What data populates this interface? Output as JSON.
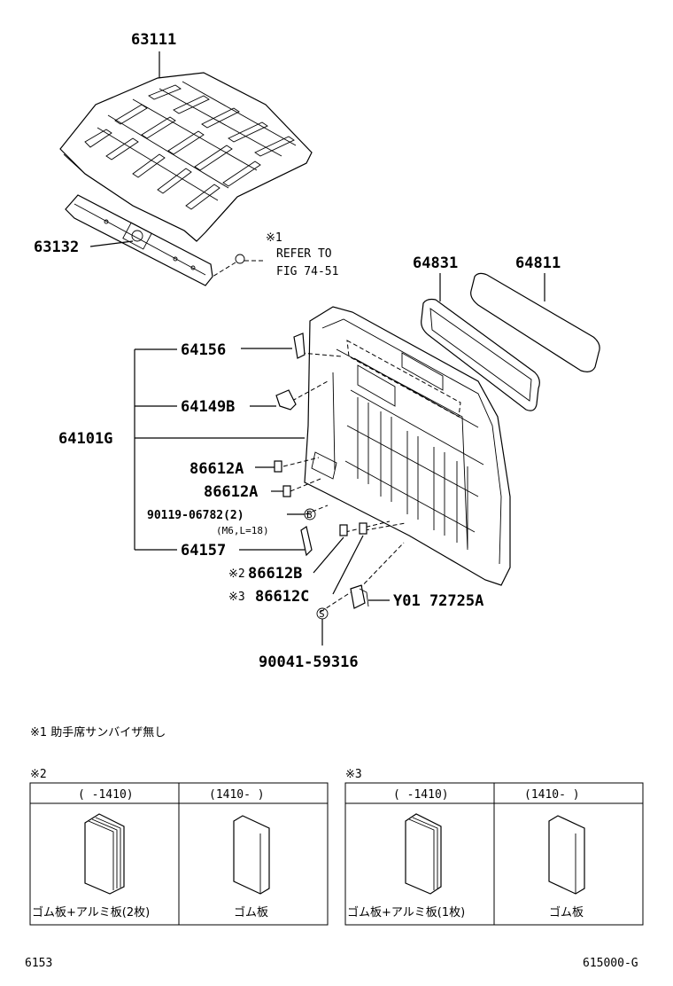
{
  "parts": {
    "p63111": "63111",
    "p63132": "63132",
    "ref_mark": "※1",
    "ref_line1": "REFER TO",
    "ref_line2": "FIG 74-51",
    "p64831": "64831",
    "p64811": "64811",
    "p64156": "64156",
    "p64149B": "64149B",
    "p64101G": "64101G",
    "p86612A_1": "86612A",
    "p86612A_2": "86612A",
    "p90119": "90119-06782(2)",
    "p90119_spec": "(M6,L=18)",
    "p64157": "64157",
    "mark2": "※2",
    "p86612B": "86612B",
    "mark3": "※3",
    "p86612C": "86612C",
    "pY01": "Y01 72725A",
    "p90041": "90041-59316",
    "bolt_mark_b": "B",
    "bolt_mark_s": "S"
  },
  "note1": "※1 助手席サンバイザ無し",
  "table2": {
    "mark": "※2",
    "col1_header": "(     -1410)",
    "col2_header": "(1410-     )",
    "col1_caption": "ゴム板+アルミ板(2枚)",
    "col2_caption": "ゴム板"
  },
  "table3": {
    "mark": "※3",
    "col1_header": "(     -1410)",
    "col2_header": "(1410-     )",
    "col1_caption": "ゴム板+アルミ板(1枚)",
    "col2_caption": "ゴム板"
  },
  "footer": {
    "left": "6153",
    "right": "615000-G"
  }
}
